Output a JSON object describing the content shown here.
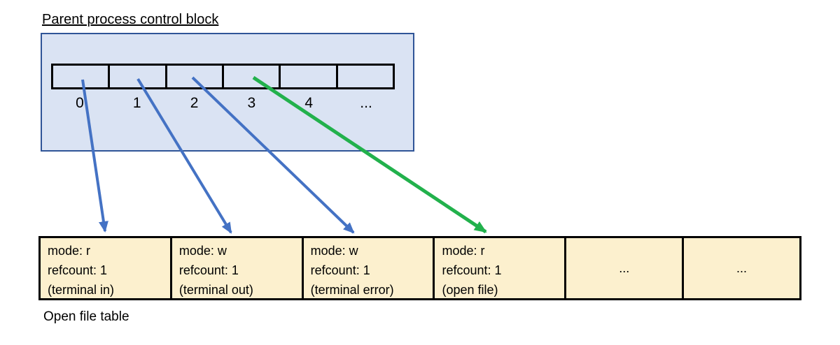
{
  "title": "Parent process control block",
  "pcb": {
    "fd_labels": [
      "0",
      "1",
      "2",
      "3",
      "4",
      "..."
    ]
  },
  "open_file_table": {
    "label": "Open file table",
    "entries": [
      {
        "mode": "mode: r",
        "refcount": "refcount: 1",
        "desc": "(terminal in)"
      },
      {
        "mode": "mode: w",
        "refcount": "refcount: 1",
        "desc": "(terminal out)"
      },
      {
        "mode": "mode: w",
        "refcount": "refcount: 1",
        "desc": "(terminal error)"
      },
      {
        "mode": "mode: r",
        "refcount": "refcount: 1",
        "desc": "(open file)"
      },
      {
        "ellipsis": "..."
      },
      {
        "ellipsis": "..."
      }
    ]
  },
  "arrows": [
    {
      "from_fd": "0",
      "to_entry": "terminal in",
      "color": "#4472c4"
    },
    {
      "from_fd": "1",
      "to_entry": "terminal out",
      "color": "#4472c4"
    },
    {
      "from_fd": "2",
      "to_entry": "terminal error",
      "color": "#4472c4"
    },
    {
      "from_fd": "3",
      "to_entry": "open file",
      "color": "#22b14c"
    }
  ],
  "colors": {
    "pcb_fill": "#dae3f3",
    "pcb_border": "#2f5597",
    "table_fill": "#fcf0ce",
    "arrow_blue": "#4472c4",
    "arrow_green": "#22b14c",
    "line_black": "#000000"
  }
}
